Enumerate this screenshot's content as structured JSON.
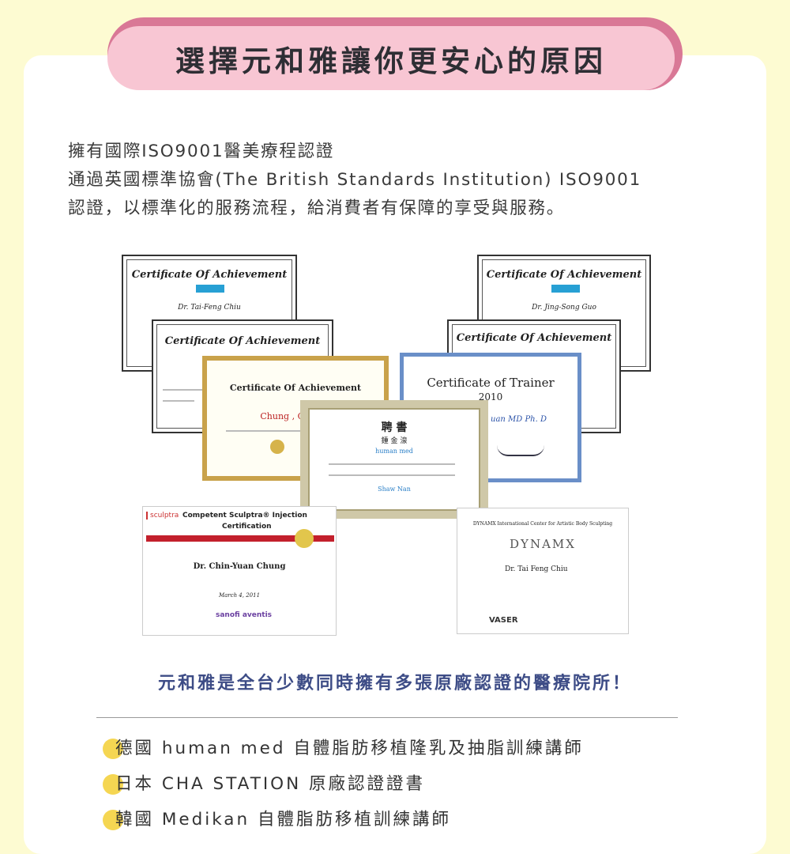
{
  "banner": {
    "title": "選擇元和雅讓你更安心的原因"
  },
  "intro": {
    "line1": "擁有國際ISO9001醫美療程認證",
    "line2": "通過英國標準協會(The British Standards Institution) ISO9001",
    "line3": "認證，以標準化的服務流程，給消費者有保障的享受與服務。"
  },
  "certificates": {
    "cert1": {
      "title": "Certificate Of Achievement",
      "name": "Dr. Tai-Feng Chiu"
    },
    "cert2": {
      "title": "Certificate Of Achievement"
    },
    "cert3": {
      "title": "Certificate Of Achievement",
      "name": "Chung , Chin-Yu"
    },
    "cert4": {
      "title": "Certificate Of Achievement",
      "name": "Dr. Jing-Song Guo"
    },
    "cert5": {
      "title": "Certificate Of Achievement"
    },
    "cert6": {
      "title": "Certificate  of  Trainer",
      "year": "2010",
      "name": "uan  MD Ph. D"
    },
    "cert7": {
      "title": "聘 書",
      "name": "鍾 金 湶",
      "brand": "human med",
      "signer": "Shaw Nan"
    },
    "cert8": {
      "brand": "sculptra",
      "title": "Competent Sculptra® Injection",
      "subtitle": "Certification",
      "name": "Dr. Chin-Yuan Chung",
      "date": "March 4, 2011",
      "company": "sanofi aventis"
    },
    "cert9": {
      "header": "DYNAMX  International Center for Artistic Body Sculpting",
      "brand": "DYNAMX",
      "name": "Dr. Tai Feng Chiu",
      "footer": "VASER"
    }
  },
  "subline": "元和雅是全台少數同時擁有多張原廠認證的醫療院所！",
  "list": [
    {
      "text": "德國 human med  自體脂肪移植隆乳及抽脂訓練講師"
    },
    {
      "text": "日本 CHA STATION  原廠認證證書"
    },
    {
      "text": "韓國 Medikan 自體脂肪移植訓練講師"
    }
  ],
  "colors": {
    "background": "#fdfbd2",
    "banner": "#f8c6d3",
    "banner_shadow": "#d97896",
    "accent_text": "#3d4c86",
    "bullet": "#f5d652"
  }
}
